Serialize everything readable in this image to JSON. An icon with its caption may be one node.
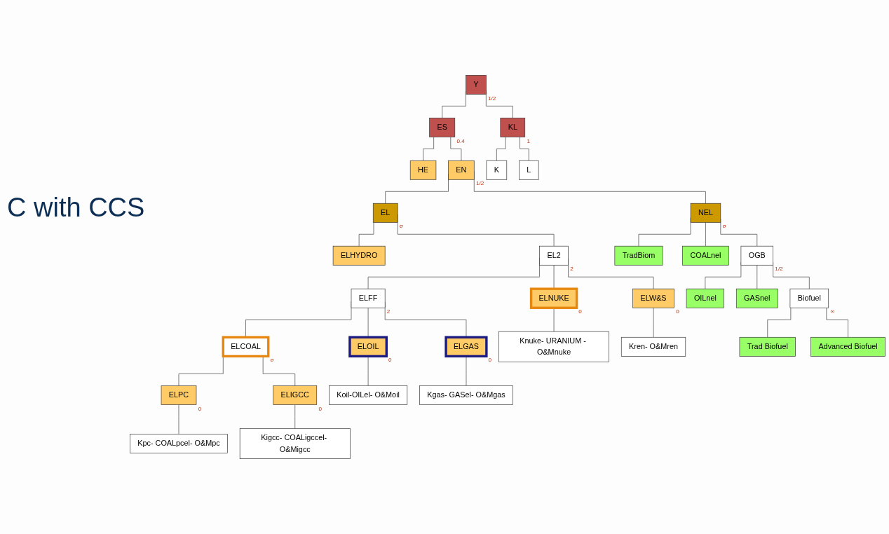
{
  "diagram": {
    "nodes": [
      {
        "text": [
          "Y"
        ],
        "beside": [
          "1/2"
        ]
      },
      {
        "text": [
          "ES"
        ],
        "beside": [
          "0.4"
        ]
      },
      {
        "text": [
          "KL"
        ],
        "beside": [
          "1"
        ]
      },
      {
        "text": [
          "HE"
        ]
      },
      {
        "text": [
          "EN"
        ],
        "beside": [
          "1/2"
        ]
      },
      {
        "text": [
          "K"
        ]
      },
      {
        "text": [
          "L"
        ]
      },
      {
        "text": [
          "EL"
        ],
        "beside": [
          "σ"
        ]
      },
      {
        "text": [
          "NEL"
        ],
        "beside": [
          "σ"
        ]
      },
      {
        "text": [
          "TradBiom"
        ]
      },
      {
        "text": [
          "OGB"
        ],
        "beside": [
          "1/2"
        ]
      },
      {
        "text": [
          "COALnel"
        ]
      },
      {
        "text": [
          "ELHYDRO"
        ]
      },
      {
        "text": [
          "EL2"
        ],
        "beside": [
          "2"
        ]
      },
      {
        "text": [
          "OILnel"
        ]
      },
      {
        "text": [
          "GASnel"
        ]
      },
      {
        "text": [
          "Biofuel"
        ],
        "beside": [
          "∞"
        ]
      },
      {
        "text": [
          "ELFF"
        ],
        "beside": [
          "2"
        ]
      },
      {
        "text": [
          "ELNUKE"
        ],
        "beside": [
          "0"
        ]
      },
      {
        "text": [
          "ELW&S"
        ],
        "beside": [
          "0"
        ]
      },
      {
        "text": [
          "Trad Biofuel"
        ]
      },
      {
        "text": [
          "Advanced Biofuel"
        ]
      },
      {
        "text": [
          "ELCOAL"
        ],
        "beside": [
          "σ"
        ]
      },
      {
        "text": [
          "Knuke- URANIUM - O&Mnuke"
        ]
      },
      {
        "text": [
          "Kren- O&Mren"
        ]
      },
      {
        "text": [
          "ELPC"
        ],
        "beside": [
          "0"
        ]
      },
      {
        "text": [
          "ELIGCC"
        ],
        "beside": [
          "0"
        ]
      },
      {
        "text": [
          "ELOIL"
        ],
        "beside": [
          "0"
        ]
      },
      {
        "text": [
          "ELGAS"
        ],
        "beside": [
          "0"
        ]
      },
      {
        "text": [
          "Kpc- COALpcel- O&Mpc"
        ]
      },
      {
        "text": [
          "Kigcc- COALigccel- O&Migcc"
        ]
      },
      {
        "text": [
          "Koil-OILel- O&Moil"
        ]
      },
      {
        "text": [
          "Kgas- GASel- O&Mgas"
        ]
      }
    ],
    "edges": [
      {
        "from": 0,
        "to": 1,
        "arrow": "none"
      },
      {
        "from": 0,
        "to": 2,
        "arrow": "none"
      },
      {
        "from": 1,
        "to": 3,
        "arrow": "none"
      },
      {
        "from": 1,
        "to": 4,
        "arrow": "none"
      },
      {
        "from": 2,
        "to": 5,
        "arrow": "none"
      },
      {
        "from": 2,
        "to": 6,
        "arrow": "none"
      },
      {
        "from": 4,
        "to": 7,
        "arrow": "none"
      },
      {
        "from": 4,
        "to": 8,
        "arrow": "none"
      },
      {
        "from": 8,
        "to": 9,
        "arrow": "none"
      },
      {
        "from": 8,
        "to": 11,
        "arrow": "none"
      },
      {
        "from": 8,
        "to": 10,
        "arrow": "none"
      },
      {
        "from": 7,
        "to": 12,
        "arrow": "none"
      },
      {
        "from": 7,
        "to": 13,
        "arrow": "none"
      },
      {
        "from": 10,
        "to": 14,
        "arrow": "none"
      },
      {
        "from": 10,
        "to": 15,
        "arrow": "none"
      },
      {
        "from": 10,
        "to": 16,
        "arrow": "none"
      },
      {
        "from": 13,
        "to": 17,
        "arrow": "none"
      },
      {
        "from": 13,
        "to": 18,
        "arrow": "none"
      },
      {
        "from": 13,
        "to": 19,
        "arrow": "none"
      },
      {
        "from": 16,
        "to": 20,
        "arrow": "none"
      },
      {
        "from": 16,
        "to": 21,
        "arrow": "none"
      },
      {
        "from": 17,
        "to": 22,
        "arrow": "none"
      },
      {
        "from": 17,
        "to": 27,
        "arrow": "none"
      },
      {
        "from": 17,
        "to": 28,
        "arrow": "none"
      },
      {
        "from": 22,
        "to": 25,
        "arrow": "none"
      },
      {
        "from": 22,
        "to": 26,
        "arrow": "none"
      },
      {
        "from": 18,
        "to": 23,
        "arrow": "none"
      },
      {
        "from": 19,
        "to": 24,
        "arrow": "none"
      },
      {
        "from": 25,
        "to": 29,
        "arrow": "none"
      },
      {
        "from": 26,
        "to": 30,
        "arrow": "none"
      },
      {
        "from": 27,
        "to": 31,
        "arrow": "none"
      },
      {
        "from": 28,
        "to": 32,
        "arrow": "none"
      }
    ],
    "labels": [
      "C with CCS"
    ]
  }
}
